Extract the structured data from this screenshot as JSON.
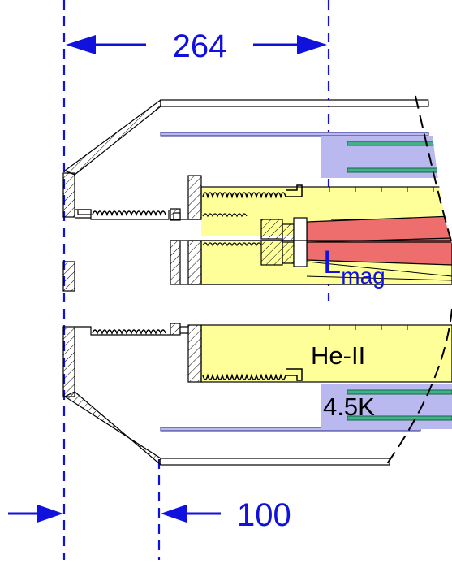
{
  "dimensions": {
    "top_span": "264",
    "bottom_span": "100"
  },
  "labels": {
    "magnet_length_main": "L",
    "magnet_length_sub": "mag",
    "superfluid_helium": "He-II",
    "temperature": "4.5K"
  },
  "colors": {
    "dimension_blue": "#1111dd",
    "helium_fill": "#ffff99",
    "magnet_red": "#ee6e6e",
    "shield_purple": "#b9b9f0",
    "shield_green": "#44b08a",
    "line_black": "#000000"
  }
}
